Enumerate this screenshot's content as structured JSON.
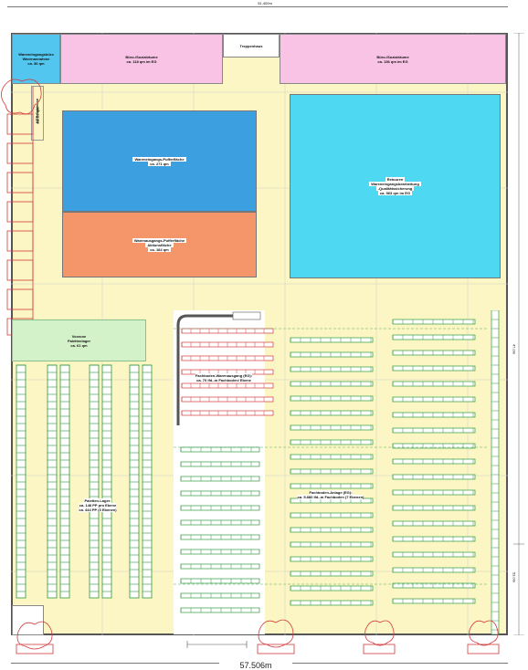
{
  "plan": {
    "top_dimension": "51,400m",
    "bottom_dimension": "57.506m",
    "right_dimension_upper": "47.0m",
    "right_dimension_lower": "53.0m",
    "colors": {
      "floor": "#fbf6c3",
      "office": "#f9c3e5",
      "goods_in_office": "#52c6ef",
      "receiving_buffer": "#3c9fe0",
      "shipping_buffer": "#f4956a",
      "returns": "#4ed8f2",
      "staging": "#d4f2c9",
      "rack_green": "#2e9a3e",
      "rack_red": "#d33a3a",
      "wall": "#555555"
    }
  },
  "rooms": {
    "goods_in_office_1": "Wareneingangsbüro",
    "goods_in_office_2": "Warenannahme",
    "goods_in_office_3": "ca. 36 qm",
    "office_left_1": "Büro-/Sozialräume",
    "office_left_2": "ca. 118 qm im EG",
    "stairwell": "Treppenhaus",
    "office_right_1": "Büro-/Sozialräume",
    "office_right_2": "ca. 136 qm im EG",
    "kep_1": "KEP-Schleuse",
    "kep_2": "ca. 25 qm",
    "receiving_buffer_1": "Wareneingangs-Pufferfläche",
    "receiving_buffer_2": "ca. 271 qm",
    "shipping_buffer_1": "Warenausgangs-Pufferfläche",
    "shipping_buffer_2": "Aktionsfläche",
    "shipping_buffer_3": "ca. 184 qm",
    "returns_1": "Retouren",
    "returns_2": "Wareneingangsbearbeitung",
    "returns_3": "-Qualitätssicherung",
    "returns_4": "ca. 563 qm im EG",
    "staging_1": "Vorzone",
    "staging_2": "Palettenlager",
    "staging_3": "ca. 61 qm",
    "pallet_1": "Paletten-Lager:",
    "pallet_2": "ca. 148 PP pro Ebene",
    "pallet_3": "ca. 444 PP (3 Ebenen)",
    "shelf_out_1": "Fachboden-Warenausgang (EG):",
    "shelf_out_2": "ca. 70 lfd.-m Fachboden/ Ebene",
    "shelf_main_1": "Fachboden-Anlage (EG):",
    "shelf_main_2": "ca. 5.880 lfd.-m Fachboden (7 Ebenen)"
  }
}
